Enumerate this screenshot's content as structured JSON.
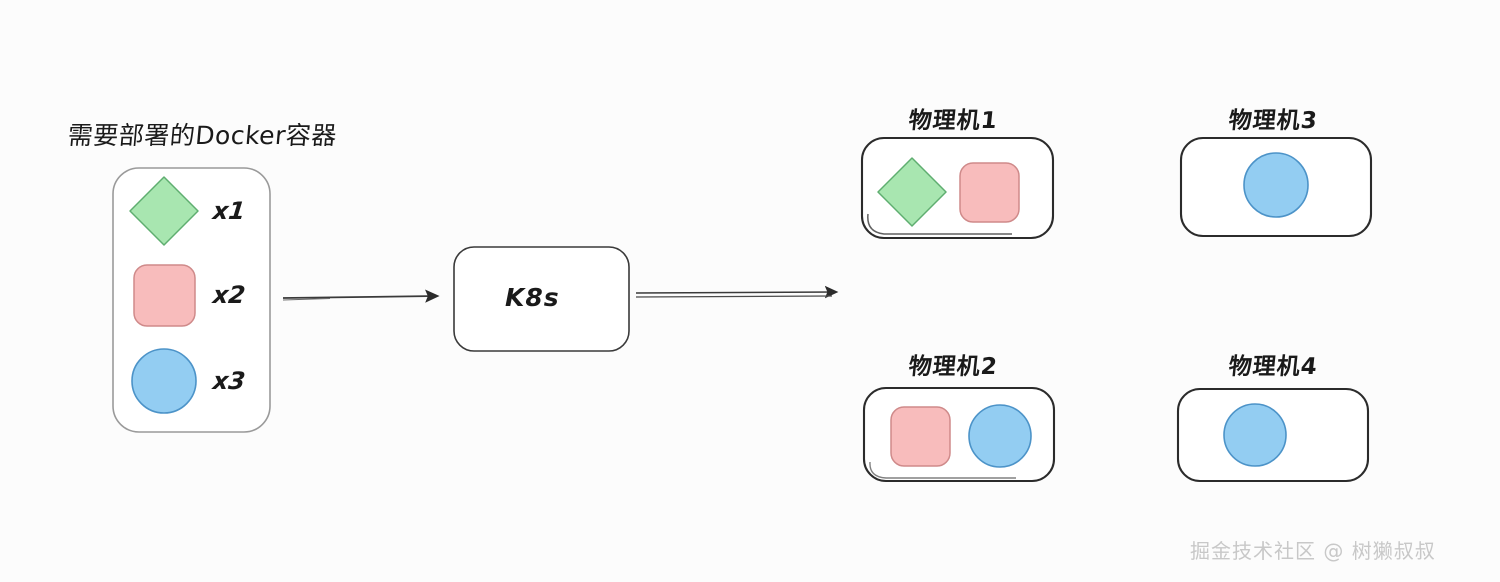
{
  "diagram": {
    "title_text": "需要部署的Docker容器",
    "orchestrator": {
      "label": "K8s"
    },
    "source_container": {
      "name": "需要部署的Docker容器",
      "items": [
        {
          "shape": "diamond",
          "color": "#a8e6b0",
          "stroke": "#5fae70",
          "count_label": "x1"
        },
        {
          "shape": "rounded-square",
          "color": "#f8bcbc",
          "stroke": "#cf8a8a",
          "count_label": "x2"
        },
        {
          "shape": "circle",
          "color": "#93cdf2",
          "stroke": "#4c93c8",
          "count_label": "x3"
        }
      ]
    },
    "machines": [
      {
        "title": "物理机1",
        "shapes": [
          {
            "shape": "diamond",
            "color": "#a8e6b0"
          },
          {
            "shape": "rounded-square",
            "color": "#f8bcbc"
          }
        ]
      },
      {
        "title": "物理机2",
        "shapes": [
          {
            "shape": "rounded-square",
            "color": "#f8bcbc"
          },
          {
            "shape": "circle",
            "color": "#93cdf2"
          }
        ]
      },
      {
        "title": "物理机3",
        "shapes": [
          {
            "shape": "circle",
            "color": "#93cdf2"
          }
        ]
      },
      {
        "title": "物理机4",
        "shapes": [
          {
            "shape": "circle",
            "color": "#93cdf2"
          }
        ]
      }
    ],
    "arrows": [
      {
        "name": "arrow-source-to-k8s",
        "direction": "right"
      },
      {
        "name": "arrow-k8s-to-machines",
        "direction": "right"
      }
    ],
    "watermark": "掘金技术社区 @ 树獭叔叔",
    "colors": {
      "background": "#fcfcfc",
      "ink": "#1a1a1a",
      "green": "#a8e6b0",
      "pink": "#f8bcbc",
      "blue": "#93cdf2",
      "watermark_gray": "#c8c8c8"
    }
  }
}
